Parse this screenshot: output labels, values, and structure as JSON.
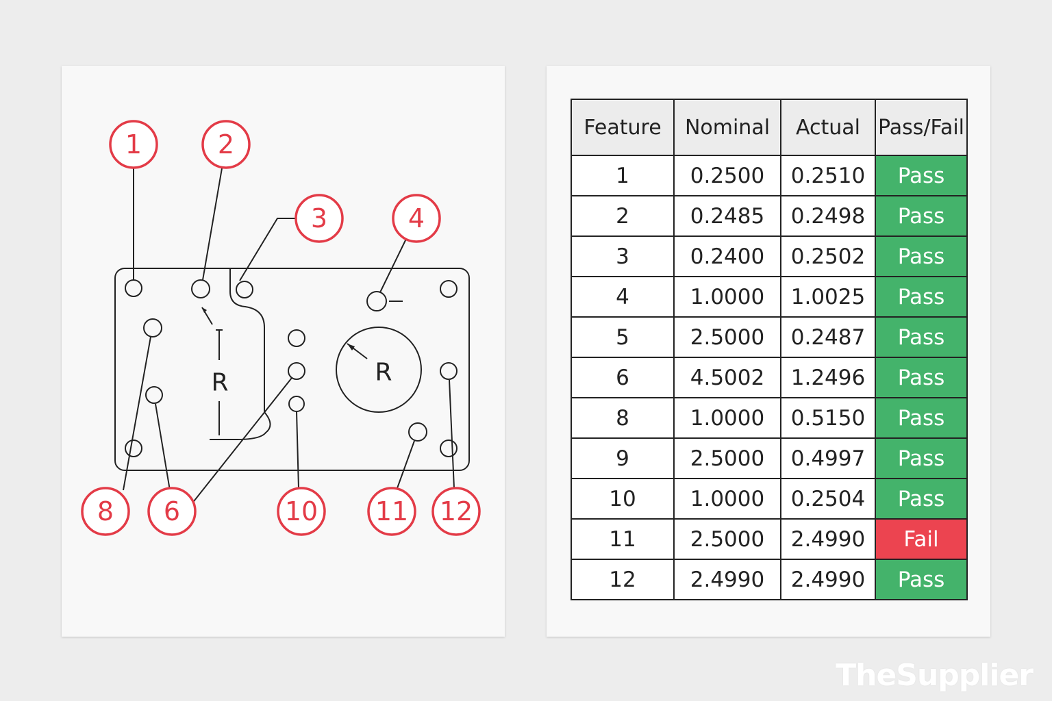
{
  "drawing": {
    "balloons": [
      "1",
      "2",
      "3",
      "4",
      "8",
      "6",
      "10",
      "11",
      "12"
    ],
    "radius_labels": [
      "R",
      "R"
    ]
  },
  "table": {
    "headers": [
      "Feature",
      "Nominal",
      "Actual",
      "Pass/Fail"
    ],
    "rows": [
      {
        "feature": "1",
        "nominal": "0.2500",
        "actual": "0.2510",
        "result": "Pass"
      },
      {
        "feature": "2",
        "nominal": "0.2485",
        "actual": "0.2498",
        "result": "Pass"
      },
      {
        "feature": "3",
        "nominal": "0.2400",
        "actual": "0.2502",
        "result": "Pass"
      },
      {
        "feature": "4",
        "nominal": "1.0000",
        "actual": "1.0025",
        "result": "Pass"
      },
      {
        "feature": "5",
        "nominal": "2.5000",
        "actual": "0.2487",
        "result": "Pass"
      },
      {
        "feature": "6",
        "nominal": "4.5002",
        "actual": "1.2496",
        "result": "Pass"
      },
      {
        "feature": "8",
        "nominal": "1.0000",
        "actual": "0.5150",
        "result": "Pass"
      },
      {
        "feature": "9",
        "nominal": "2.5000",
        "actual": "0.4997",
        "result": "Pass"
      },
      {
        "feature": "10",
        "nominal": "1.0000",
        "actual": "0.2504",
        "result": "Pass"
      },
      {
        "feature": "11",
        "nominal": "2.5000",
        "actual": "2.4990",
        "result": "Fail"
      },
      {
        "feature": "12",
        "nominal": "2.4990",
        "actual": "2.4990",
        "result": "Pass"
      }
    ]
  },
  "colors": {
    "balloon": "#e33b47",
    "pass": "#44b36b",
    "fail": "#ec4450"
  },
  "watermark": "TheSupplier"
}
